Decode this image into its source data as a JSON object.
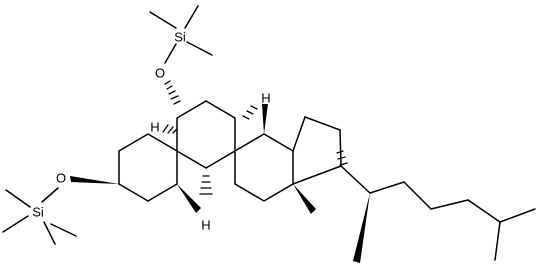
{
  "molecule": {
    "atoms": {
      "si_top": "Si",
      "o_top": "O",
      "o_left": "O",
      "si_left": "Si",
      "h_c5": "H",
      "h_c8": "H",
      "h_c9": "H",
      "h_c14": "H"
    },
    "colors": {
      "ink": "#000000",
      "background": "#ffffff"
    }
  }
}
